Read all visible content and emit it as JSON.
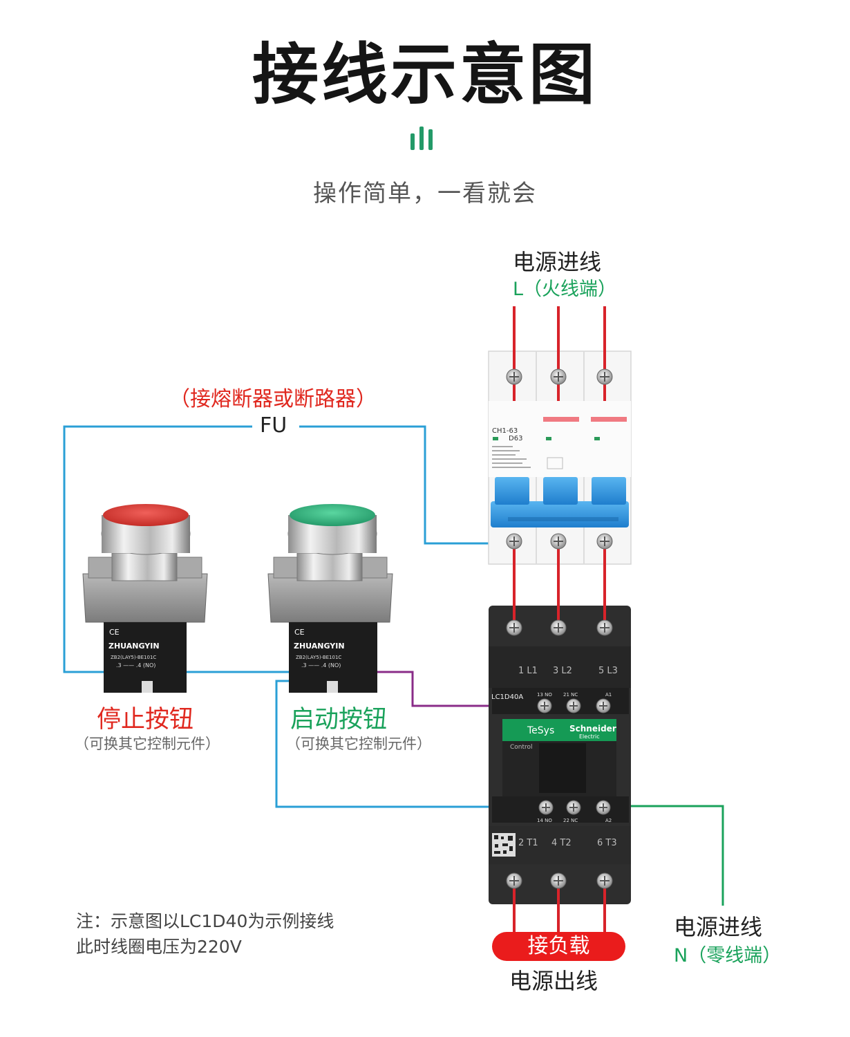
{
  "header": {
    "title": "接线示意图",
    "subtitle": "操作简单，一看就会"
  },
  "labels": {
    "top_power_in": "电源进线",
    "top_power_phase": "L（火线端）",
    "fuse_note": "（接熔断器或断路器）",
    "fuse_code": "FU",
    "stop_button": "停止按钮",
    "stop_button_hint": "（可换其它控制元件）",
    "start_button": "启动按钮",
    "start_button_hint": "（可换其它控制元件）",
    "load_connect": "接负载",
    "power_out": "电源出线",
    "bottom_power_in": "电源进线",
    "bottom_power_neutral": "N（零线端）",
    "note_line1": "注：示意图以LC1D40为示例接线",
    "note_line2": "此时线圈电压为220V"
  },
  "breaker": {
    "model": "CH1-63",
    "rating": "D63"
  },
  "pushbutton": {
    "brand": "ZHUANGYIN",
    "stop_model": "ZB2(LAY5)-BE101C",
    "start_model": "ZB2(LAY5)-BE101C",
    "stop_contact": ".3 —— .4 (NO)",
    "start_contact": ".3 —— .4 (NO)"
  },
  "contactor": {
    "model": "LC1D40A",
    "series": "TeSys",
    "brand": "Schneider",
    "brand_sub": "Electric",
    "panel_label": "Control",
    "top_terminals": [
      "1 L1",
      "3 L2",
      "5 L3"
    ],
    "aux_top": [
      "13 NO",
      "21 NC",
      "A1"
    ],
    "aux_bottom": [
      "14 NO",
      "22 NC",
      "A2"
    ],
    "bottom_terminals": [
      "2 T1",
      "4 T2",
      "6 T3"
    ]
  },
  "colors": {
    "phase_wire": "#d8232a",
    "control_wire": "#2a9fd6",
    "neutral_wire": "#1aa25b",
    "aux_wire": "#8a2c88",
    "accent_green": "#239a68"
  }
}
